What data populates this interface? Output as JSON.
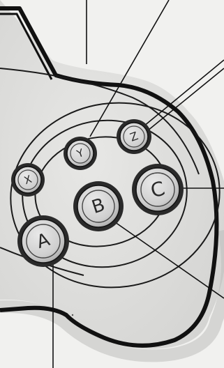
{
  "diagram": {
    "buttons": [
      {
        "id": "x",
        "label": "X"
      },
      {
        "id": "y",
        "label": "Y"
      },
      {
        "id": "z",
        "label": "Z"
      },
      {
        "id": "a",
        "label": "A"
      },
      {
        "id": "b",
        "label": "B"
      },
      {
        "id": "c",
        "label": "C"
      }
    ]
  }
}
